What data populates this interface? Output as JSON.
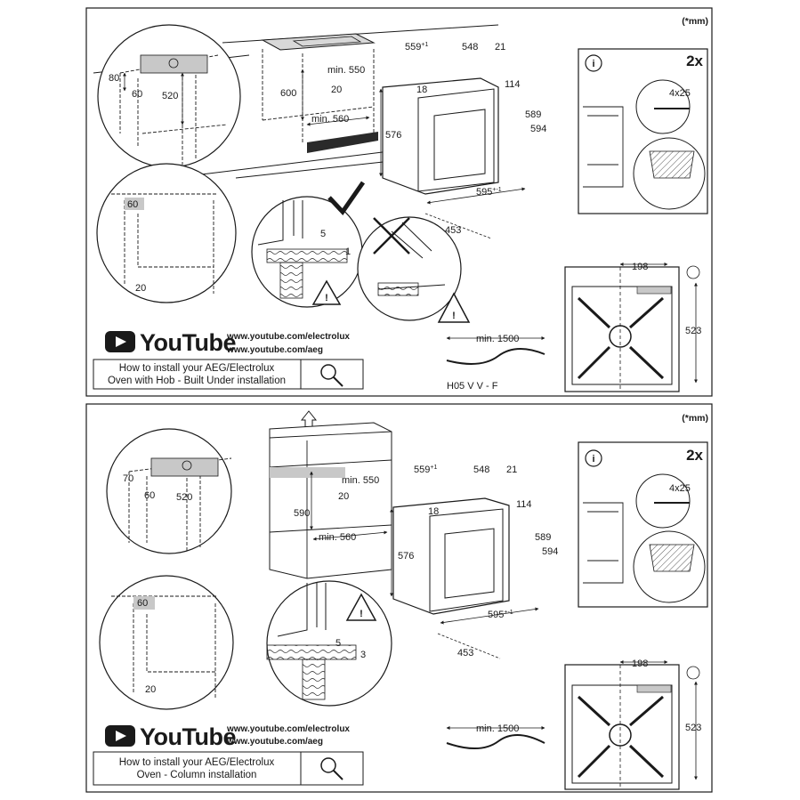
{
  "sections": [
    {
      "unit_note": "(*mm)",
      "install_type": "built-under",
      "cabinet": {
        "d80": "80",
        "d60": "60",
        "d520": "520",
        "d600": "600",
        "min550": "min. 550",
        "d20": "20",
        "min560": "min. 560"
      },
      "circle_left": {
        "d60": "60",
        "d20": "20"
      },
      "detail_ok": {
        "d5": "5",
        "d1": "1"
      },
      "oven": {
        "w559": "559",
        "w559_tol": "+1",
        "w548": "548",
        "w21": "21",
        "h18": "18",
        "h114": "114",
        "h576": "576",
        "h589": "589",
        "h594": "594",
        "w595": "595",
        "w595_tol": "+-1",
        "d453": "453"
      },
      "info_box": {
        "count": "2x",
        "screw": "4x25",
        "info_symbol": "i"
      },
      "cable": {
        "length": "min. 1500",
        "type": "H05 V V - F"
      },
      "rear": {
        "w198": "198",
        "h523": "523"
      },
      "youtube": {
        "logo_text": "YouTube",
        "url1": "www.youtube.com/electrolux",
        "url2": "www.youtube.com/aeg",
        "caption_line1": "How to install your AEG/Electrolux",
        "caption_line2": "Oven with Hob - Built Under installation"
      }
    },
    {
      "unit_note": "(*mm)",
      "install_type": "column",
      "cabinet": {
        "d70": "70",
        "d60": "60",
        "d520": "520",
        "d590": "590",
        "min550": "min. 550",
        "d20": "20",
        "min560": "min. 560"
      },
      "circle_left": {
        "d60": "60",
        "d20": "20"
      },
      "detail_ok": {
        "d5": "5",
        "d3": "3"
      },
      "oven": {
        "w559": "559",
        "w559_tol": "+1",
        "w548": "548",
        "w21": "21",
        "h18": "18",
        "h114": "114",
        "h576": "576",
        "h589": "589",
        "h594": "594",
        "w595": "595",
        "w595_tol": "+-1",
        "d453": "453"
      },
      "info_box": {
        "count": "2x",
        "screw": "4x25",
        "info_symbol": "i"
      },
      "cable": {
        "length": "min. 1500"
      },
      "rear": {
        "w198": "198",
        "h523": "523"
      },
      "youtube": {
        "logo_text": "YouTube",
        "url1": "www.youtube.com/electrolux",
        "url2": "www.youtube.com/aeg",
        "caption_line1": "How to install your AEG/Electrolux",
        "caption_line2": "Oven - Column installation"
      }
    }
  ],
  "colors": {
    "line": "#1a1a1a",
    "grey_fill": "#c8c8c8",
    "dark_strip": "#2a2a2a"
  }
}
